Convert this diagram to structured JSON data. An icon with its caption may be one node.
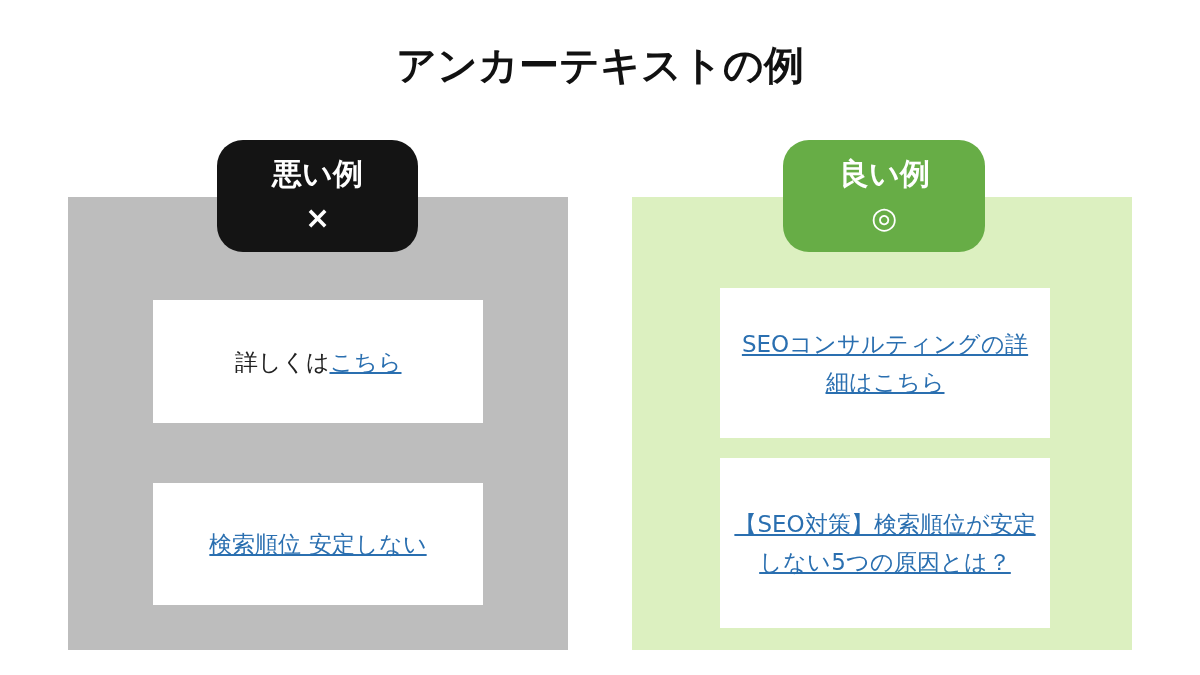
{
  "diagram": {
    "title": "アンカーテキストの例",
    "nodes": [
      {
        "text": [],
        "shape": "box"
      },
      {
        "text": [
          "悪い例",
          "×"
        ]
      },
      {
        "text": [
          "詳しくは",
          "こちら"
        ],
        "in": 0
      },
      {
        "text": [
          "検索順位 安定しない"
        ],
        "in": 0
      },
      {
        "text": [],
        "shape": "box"
      },
      {
        "text": [
          "良い例",
          "◎"
        ]
      },
      {
        "text": [
          "SEOコンサルティングの詳細はこちら"
        ],
        "in": 4
      },
      {
        "text": [
          "【SEO対策】検索順位が安定しない5つの原因とは？"
        ],
        "in": 4
      }
    ]
  }
}
